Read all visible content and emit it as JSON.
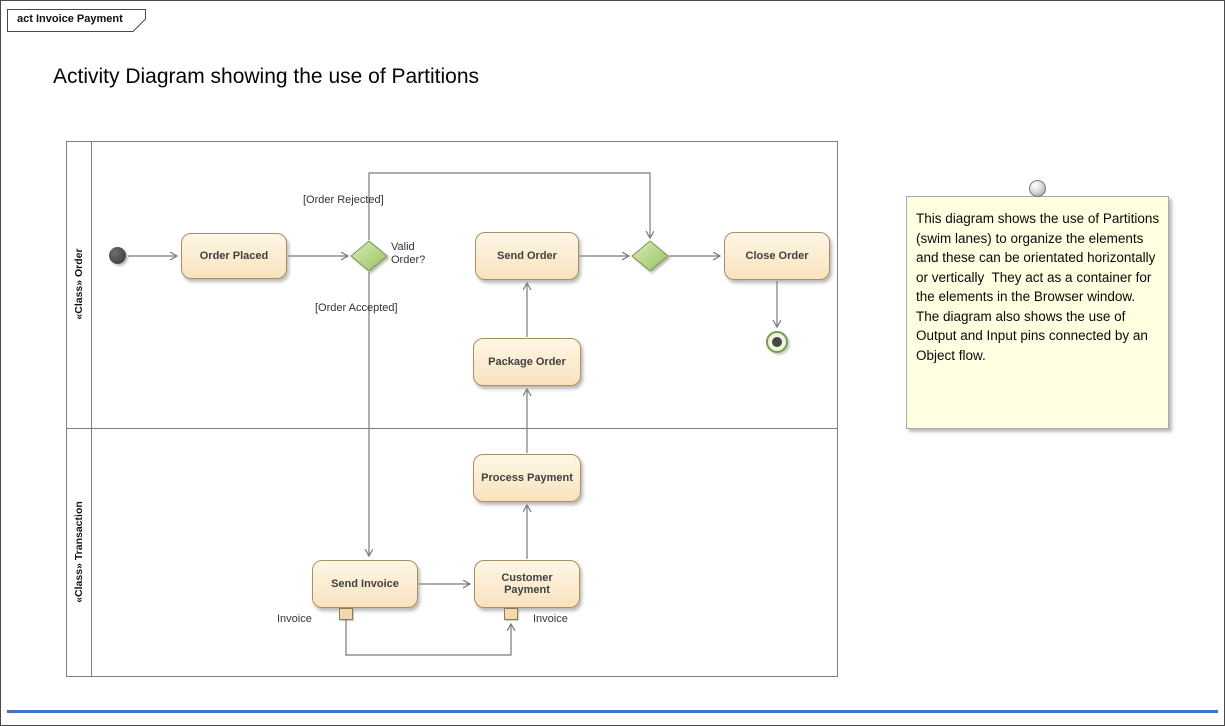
{
  "frame": {
    "tab_label": "act Invoice Payment"
  },
  "title": "Activity Diagram showing the use of Partitions",
  "lanes": [
    {
      "label": "«Class» Order"
    },
    {
      "label": "«Class» Transaction"
    }
  ],
  "activities": {
    "order_placed": "Order Placed",
    "send_order": "Send Order",
    "close_order": "Close Order",
    "package_order": "Package Order",
    "process_payment": "Process Payment",
    "send_invoice": "Send Invoice",
    "customer_payment": "Customer Payment"
  },
  "decisions": {
    "valid_order_label": "Valid\nOrder?"
  },
  "edge_labels": {
    "order_rejected": "[Order Rejected]",
    "order_accepted": "[Order Accepted]"
  },
  "pins": {
    "output_label": "Invoice",
    "input_label": "Invoice"
  },
  "note": {
    "text": "This diagram shows the use of Partitions (swim lanes) to organize the elements and these can be orientated horizontally or vertically  They act as a container for the elements in the Browser window. The diagram also shows the use of Output and Input pins connected by an Object flow."
  },
  "colors": {
    "activity_fill_top": "#FEF7E6",
    "activity_fill_bottom": "#F9E2BD",
    "activity_border": "#A89060",
    "decision_fill_light": "#D9EBBB",
    "decision_fill_dark": "#96C35E",
    "decision_border": "#7E9455",
    "note_fill": "#FFFEE1",
    "final_ring": "#7C9A4E",
    "connector": "#7A7A7A",
    "accent_bar": "#4472C4"
  }
}
